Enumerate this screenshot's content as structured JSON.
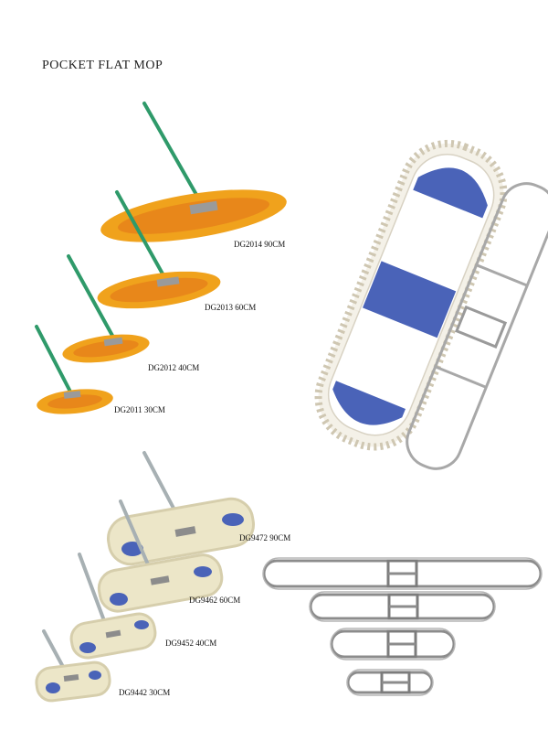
{
  "page": {
    "title": "POCKET FLAT MOP"
  },
  "orange_mops": [
    {
      "label": "DG2014 90CM"
    },
    {
      "label": "DG2013 60CM"
    },
    {
      "label": "DG2012 40CM"
    },
    {
      "label": "DG2011 30CM"
    }
  ],
  "cream_mops": [
    {
      "label": "DG9472 90CM"
    },
    {
      "label": "DG9462 60CM"
    },
    {
      "label": "DG9452 40CM"
    },
    {
      "label": "DG9442 30CM"
    }
  ],
  "colors": {
    "orange_pad": "#f0a21c",
    "orange_core": "#e8871a",
    "green_handle": "#2f9a6a",
    "cream_pad": "#ece6c8",
    "blue_patch": "#4a63b8",
    "metal": "#8c8c8c"
  }
}
